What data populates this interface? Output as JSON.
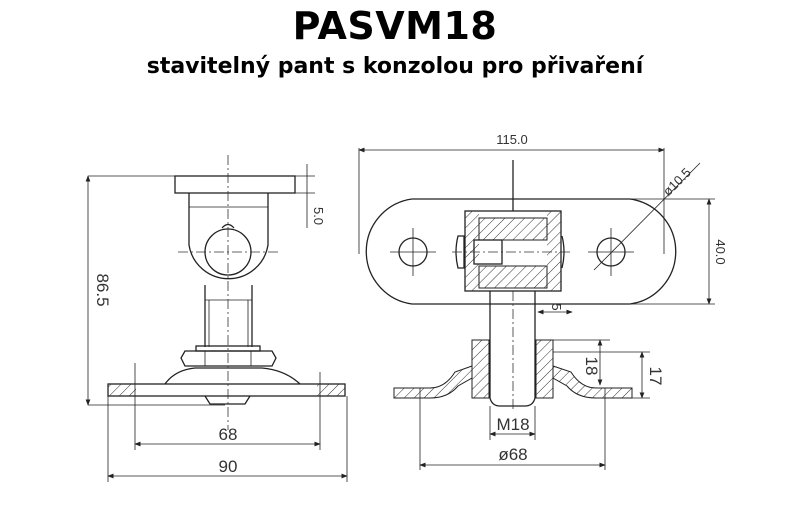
{
  "header": {
    "title": "PASVM18",
    "subtitle": "stavitelný pant s konzolou pro přivaření"
  },
  "side_view": {
    "dims": {
      "height_total": "86.5",
      "plate_thickness": "5.0",
      "hole_spacing": "68",
      "base_width": "90"
    }
  },
  "front_view": {
    "dims": {
      "plate_length": "115.0",
      "hole_diameter": "ø10.5",
      "plate_height": "40.0",
      "gap": "5",
      "nut_height": "18",
      "base_height": "17",
      "thread": "M18",
      "base_diameter": "ø68"
    }
  }
}
